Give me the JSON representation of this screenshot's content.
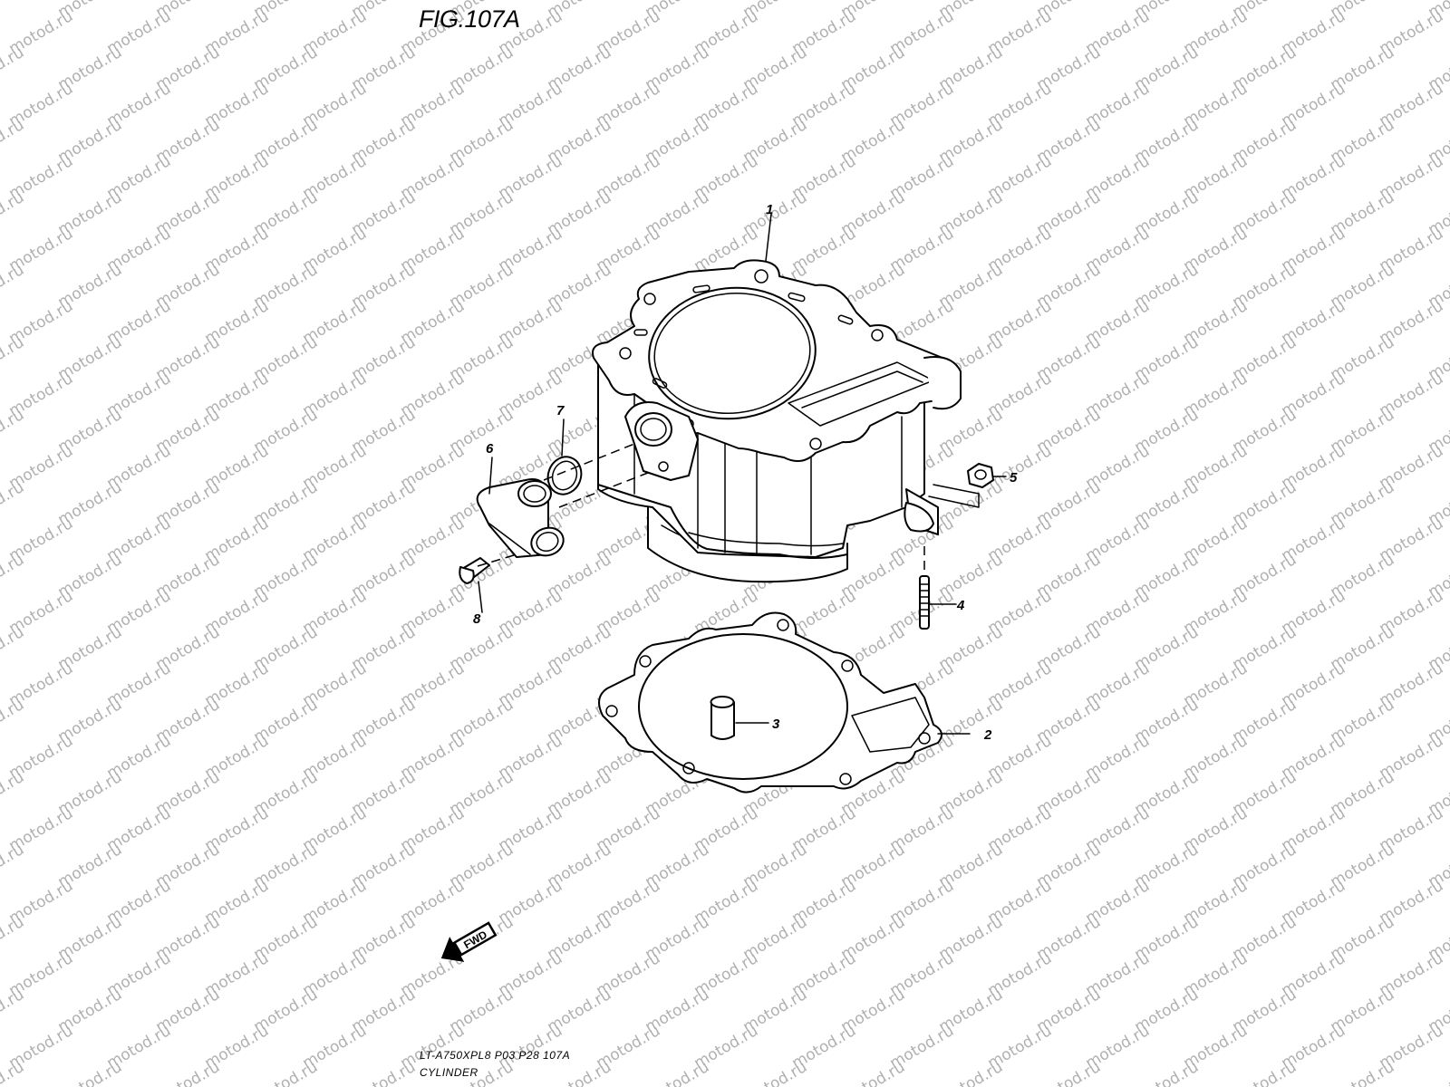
{
  "figure": {
    "title": "FIG.107A",
    "model_code": "LT-A750XPL8 P03 P28 107A",
    "assembly_name": "CYLINDER"
  },
  "watermark": {
    "text": "motod.ru",
    "color": "#b0b0b0"
  },
  "fwd_label": "FWD",
  "callouts": [
    {
      "id": "1",
      "label": "1",
      "part": "cylinder"
    },
    {
      "id": "2",
      "label": "2",
      "part": "base-gasket"
    },
    {
      "id": "3",
      "label": "3",
      "part": "dowel-pin"
    },
    {
      "id": "4",
      "label": "4",
      "part": "stud-bolt"
    },
    {
      "id": "5",
      "label": "5",
      "part": "nut"
    },
    {
      "id": "6",
      "label": "6",
      "part": "water-inlet-pipe"
    },
    {
      "id": "7",
      "label": "7",
      "part": "o-ring"
    },
    {
      "id": "8",
      "label": "8",
      "part": "bolt"
    }
  ]
}
